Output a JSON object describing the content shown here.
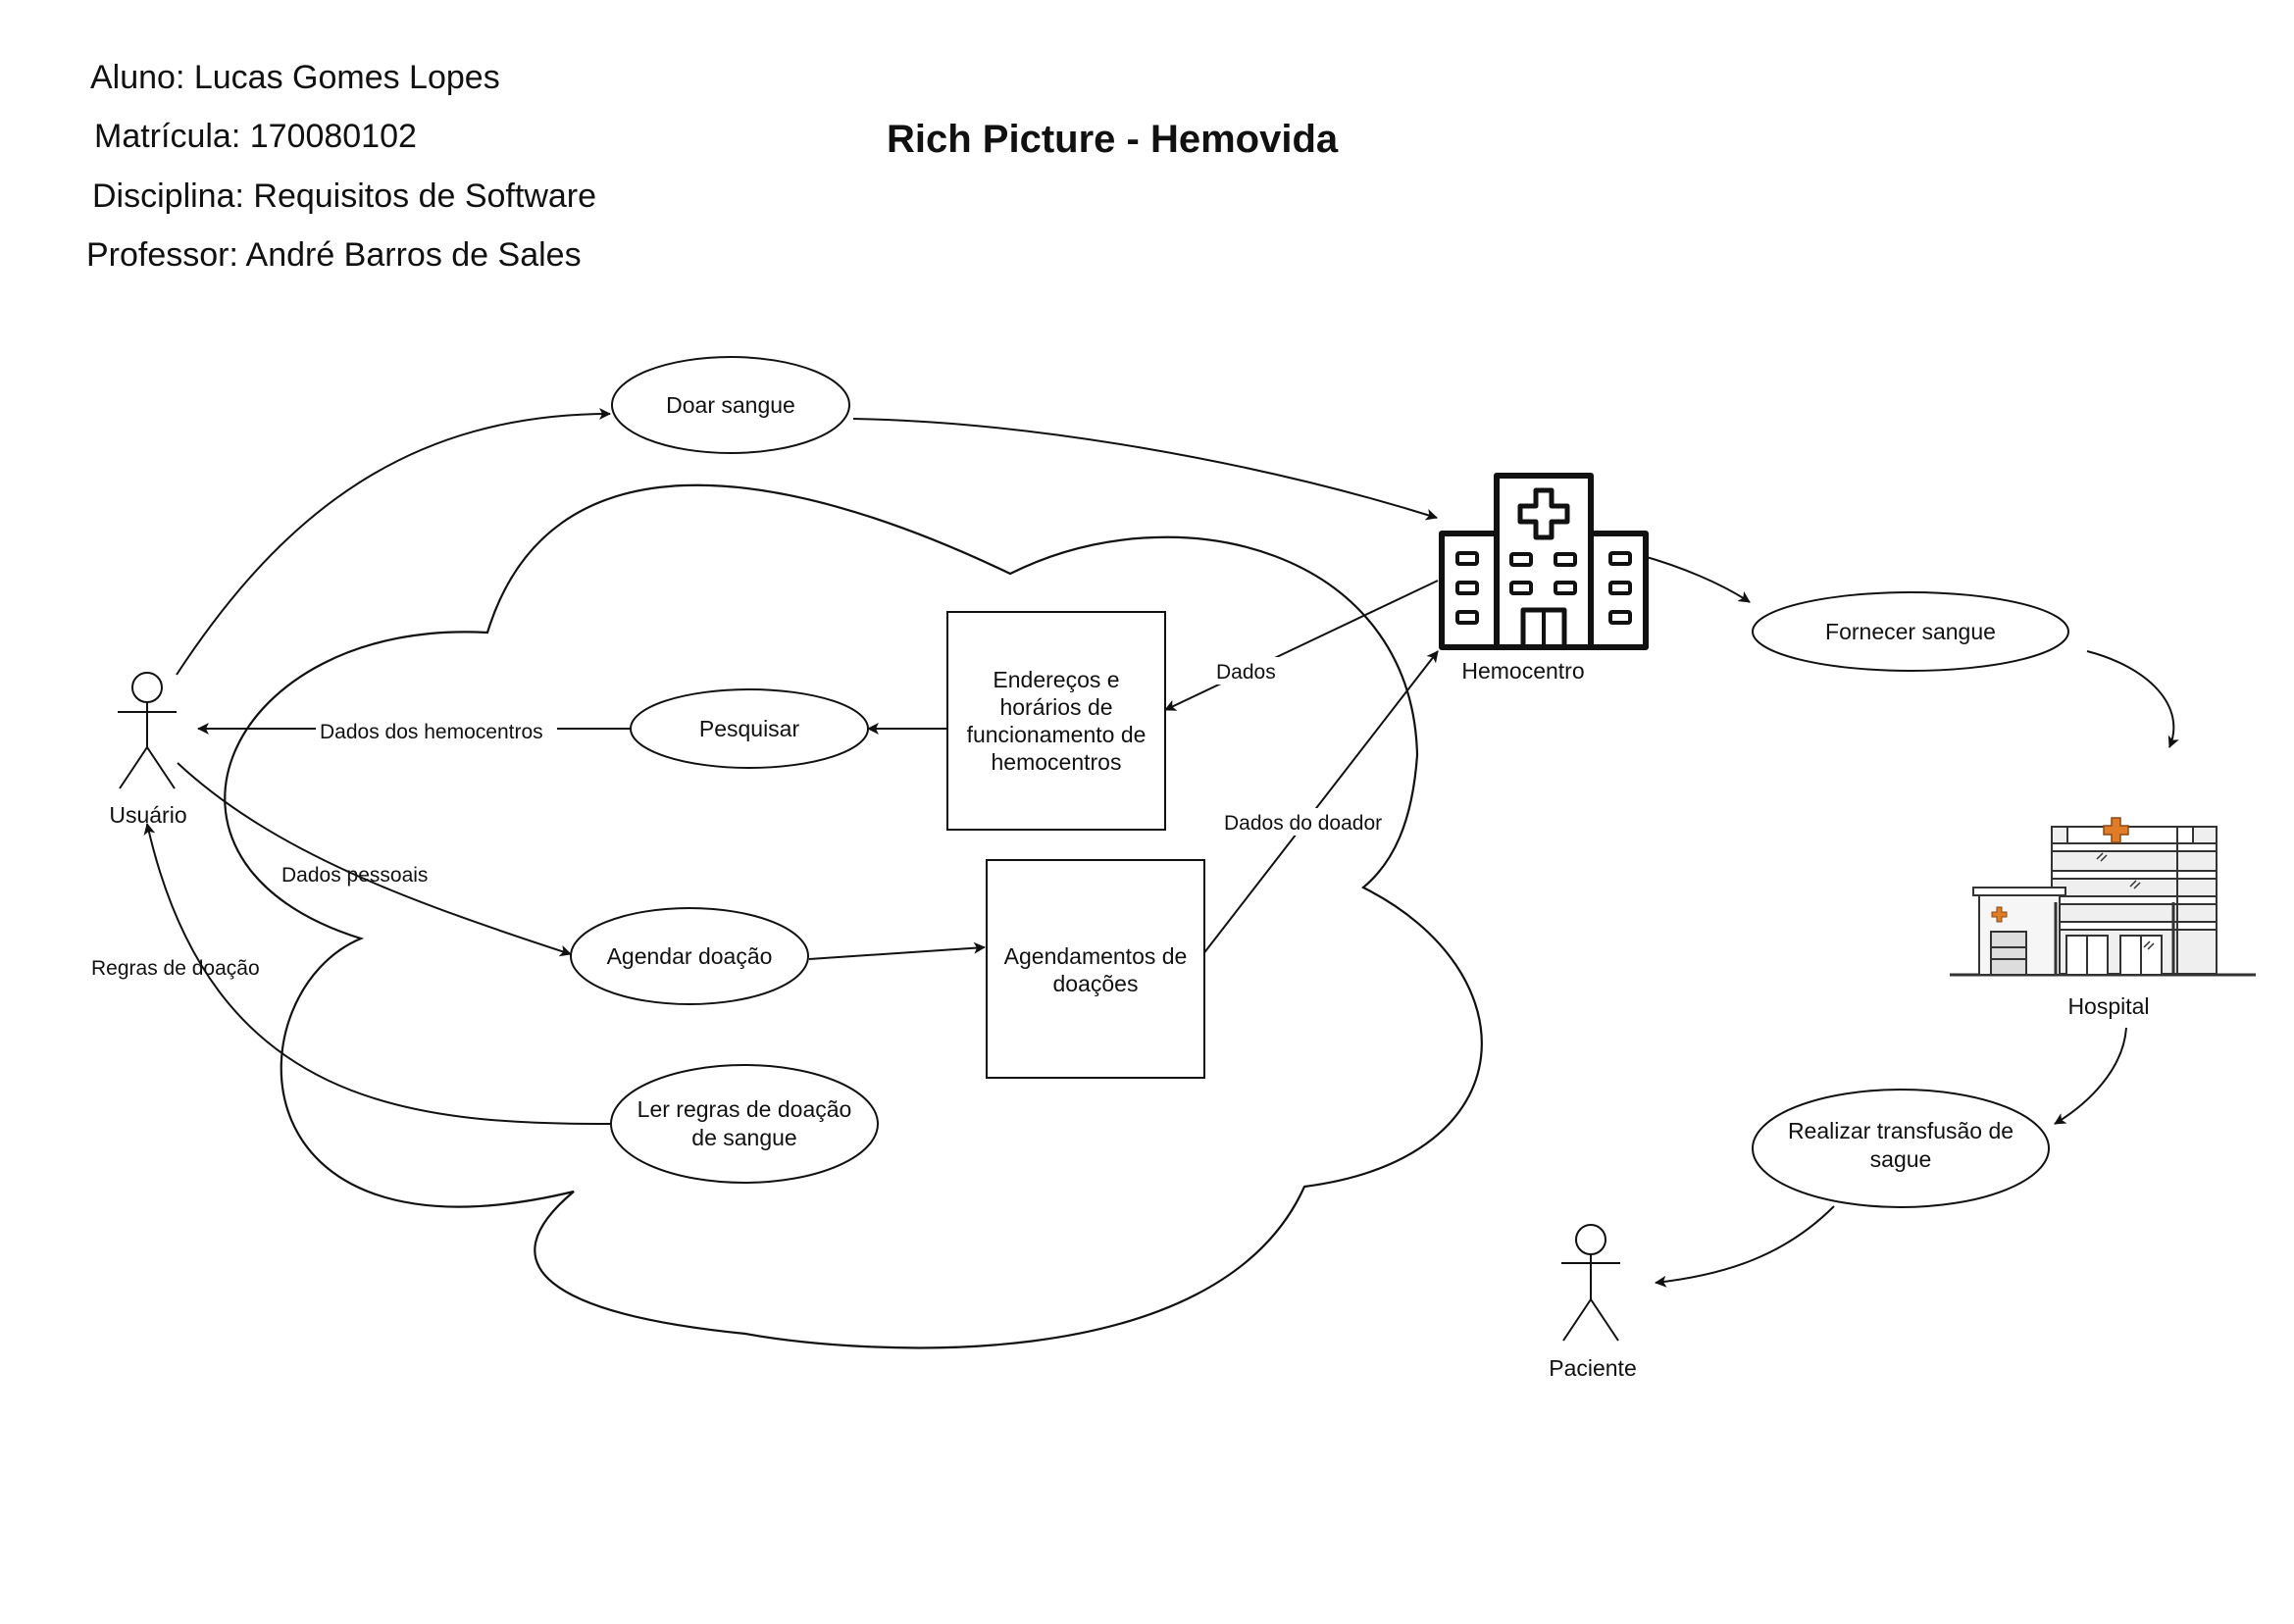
{
  "header": {
    "student": "Aluno: Lucas Gomes Lopes",
    "registration": "Matrícula: 170080102",
    "course": "Disciplina: Requisitos de Software",
    "professor": "Professor: André Barros de Sales",
    "title": "Rich Picture - Hemovida"
  },
  "actors": {
    "user": "Usuário",
    "patient": "Paciente"
  },
  "places": {
    "hemocentro": "Hemocentro",
    "hospital": "Hospital"
  },
  "processes": {
    "donate": "Doar sangue",
    "search": "Pesquisar",
    "schedule": "Agendar doação",
    "rules_line1": "Ler regras de doação",
    "rules_line2": "de sangue",
    "supply": "Fornecer sangue",
    "transfusion_line1": "Realizar transfusão de",
    "transfusion_line2": "sague"
  },
  "stores": {
    "addresses": [
      "Endereços e",
      "horários de",
      "funcionamento de",
      "hemocentros"
    ],
    "appointments": [
      "Agendamentos de",
      "doações"
    ]
  },
  "flows": {
    "data": "Dados",
    "center_data": "Dados dos hemocentros",
    "personal_data": "Dados pessoais",
    "donation_rules": "Regras de doação",
    "donor_data": "Dados do doador"
  },
  "colors": {
    "ink": "#111111",
    "cross": "#e07b28",
    "hospital_fill": "#efefef"
  }
}
